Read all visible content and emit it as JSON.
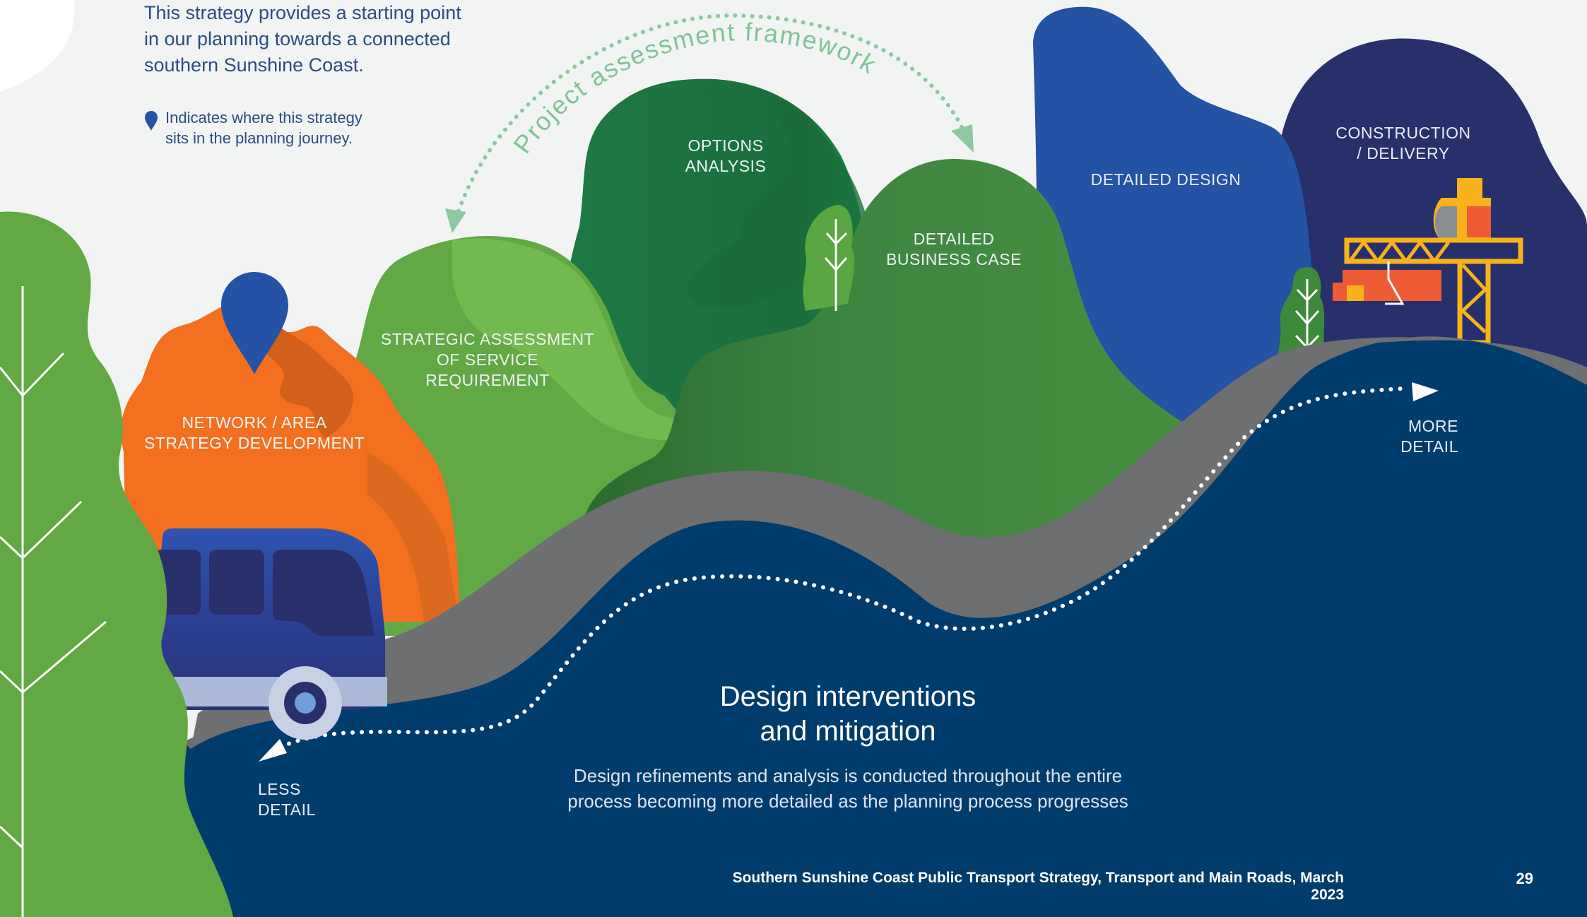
{
  "intro": {
    "lines": [
      "This strategy provides a starting point",
      "in our planning towards a connected",
      "southern Sunshine Coast."
    ]
  },
  "legend": {
    "lines": [
      "Indicates where this strategy",
      "sits in the planning journey."
    ],
    "icon": "location-pin-icon"
  },
  "framework_label": "Project assessment framework",
  "stages": [
    {
      "lines": [
        "NETWORK / AREA",
        "STRATEGY DEVELOPMENT"
      ],
      "color": "#f37021"
    },
    {
      "lines": [
        "STRATEGIC ASSESSMENT",
        "OF SERVICE REQUIREMENT"
      ],
      "color": "#6bb14a"
    },
    {
      "lines": [
        "OPTIONS",
        "ANALYSIS"
      ],
      "color": "#1f7a45"
    },
    {
      "lines": [
        "DETAILED",
        "BUSINESS CASE"
      ],
      "color": "#428a3f"
    },
    {
      "lines": [
        "DETAILED DESIGN"
      ],
      "color": "#2452a4"
    },
    {
      "lines": [
        "CONSTRUCTION",
        "/ DELIVERY"
      ],
      "color": "#27306b"
    }
  ],
  "path_ends": {
    "start": [
      "LESS",
      "DETAIL"
    ],
    "end": [
      "MORE",
      "DETAIL"
    ]
  },
  "design_section": {
    "heading": [
      "Design interventions",
      "and mitigation"
    ],
    "description": [
      "Design refinements and analysis is conducted throughout the entire",
      "process becoming more detailed as the planning process progresses"
    ]
  },
  "footer": {
    "text": "Southern Sunshine Coast Public Transport Strategy, Transport and Main Roads, March 2023",
    "page": "29"
  },
  "colors": {
    "navy": "#003c6c",
    "road": "#6e6f71",
    "orange": "#f37021",
    "pin": "#2452a4"
  }
}
